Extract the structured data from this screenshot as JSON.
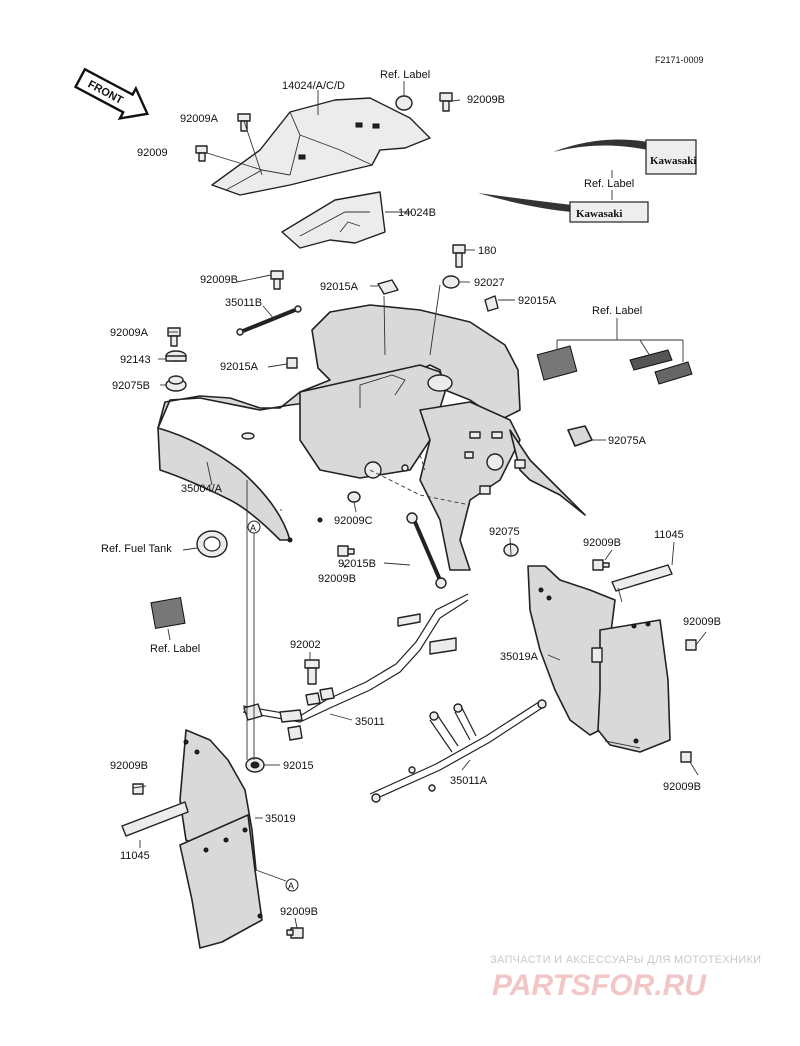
{
  "figure_code": "F2171-0009",
  "front_arrow": "FRONT",
  "circle_ref_mark": "A",
  "labels": {
    "l_14024acd": "14024/A/C/D",
    "l_ref_label_top": "Ref. Label",
    "l_92009b_top": "92009B",
    "l_92009a_top": "92009A",
    "l_92009": "92009",
    "l_ref_label_decal": "Ref. Label",
    "l_14024b": "14024B",
    "l_180": "180",
    "l_92009b_mid": "92009B",
    "l_92015a_1": "92015A",
    "l_92027": "92027",
    "l_35011b": "35011B",
    "l_92015a_2": "92015A",
    "l_ref_label_right": "Ref. Label",
    "l_92009a_left": "92009A",
    "l_92143": "92143",
    "l_92015a_3": "92015A",
    "l_92075b": "92075B",
    "l_92075a": "92075A",
    "l_35004a": "35004/A",
    "l_92009c": "92009C",
    "l_92075": "92075",
    "l_92009b_r1": "92009B",
    "l_11045_r": "11045",
    "l_ref_fuel_tank": "Ref. Fuel Tank",
    "l_92015b": "92015B",
    "l_92009b_l1": "92009B",
    "l_92009b_r2": "92009B",
    "l_35019a": "35019A",
    "l_ref_label_left": "Ref. Label",
    "l_92002": "92002",
    "l_35011": "35011",
    "l_92015": "92015",
    "l_92009b_l2": "92009B",
    "l_35011a": "35011A",
    "l_92009b_r3": "92009B",
    "l_35019": "35019",
    "l_11045_l": "11045",
    "l_92009b_bottom": "92009B"
  },
  "decal_text": "Kawasaki",
  "watermark": {
    "top_line": "ЗАПЧАСТИ И АКСЕССУАРЫ ДЛЯ МОТОТЕХНИКИ",
    "brand": "PARTSFOR.RU"
  }
}
